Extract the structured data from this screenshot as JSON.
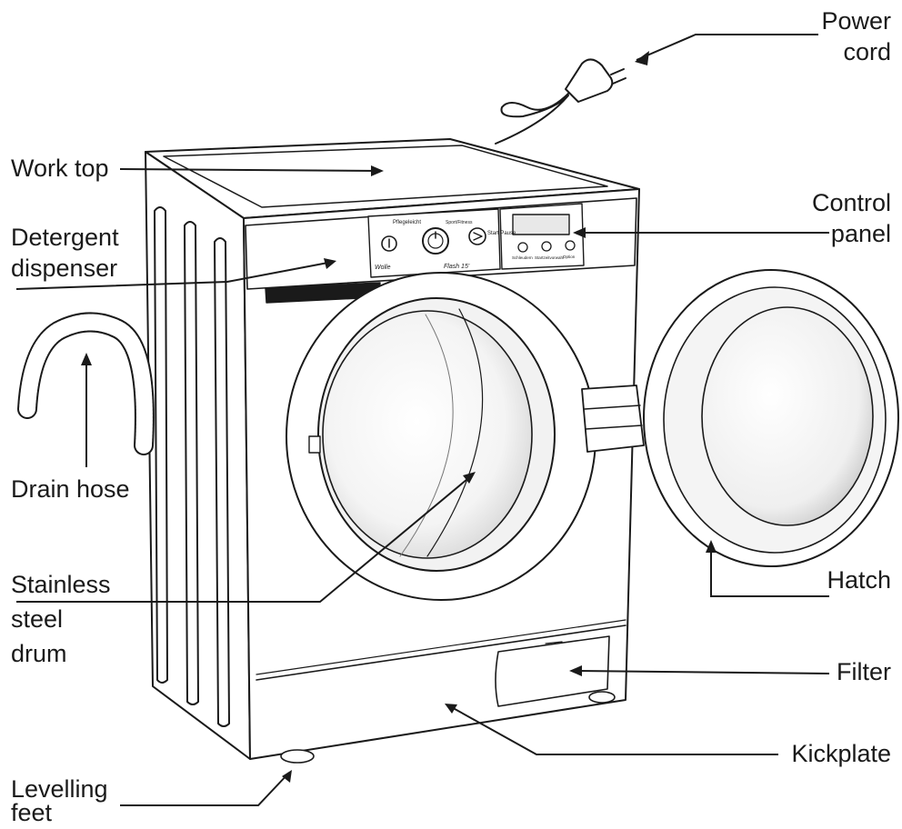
{
  "labels": {
    "power_cord": "Power\ncord",
    "work_top": "Work top",
    "control_panel": "Control\npanel",
    "detergent_dispenser": "Detergent\ndispenser",
    "drain_hose": "Drain hose",
    "stainless_steel_drum": "Stainless\nsteel\ndrum",
    "hatch": "Hatch",
    "filter": "Filter",
    "kickplate": "Kickplate",
    "levelling_feet": "Levelling\nfeet"
  },
  "panel_text": {
    "start_pause": "Start\nPause",
    "flash": "Flash 15'",
    "wolle": "Wolle",
    "pflegeleicht": "Pflegeleicht",
    "sport_fitness": "Sport/Fitness",
    "schleudern": "Schleudern",
    "startzeitvorwahl": "Startzeitvorwahl",
    "option": "Option"
  }
}
